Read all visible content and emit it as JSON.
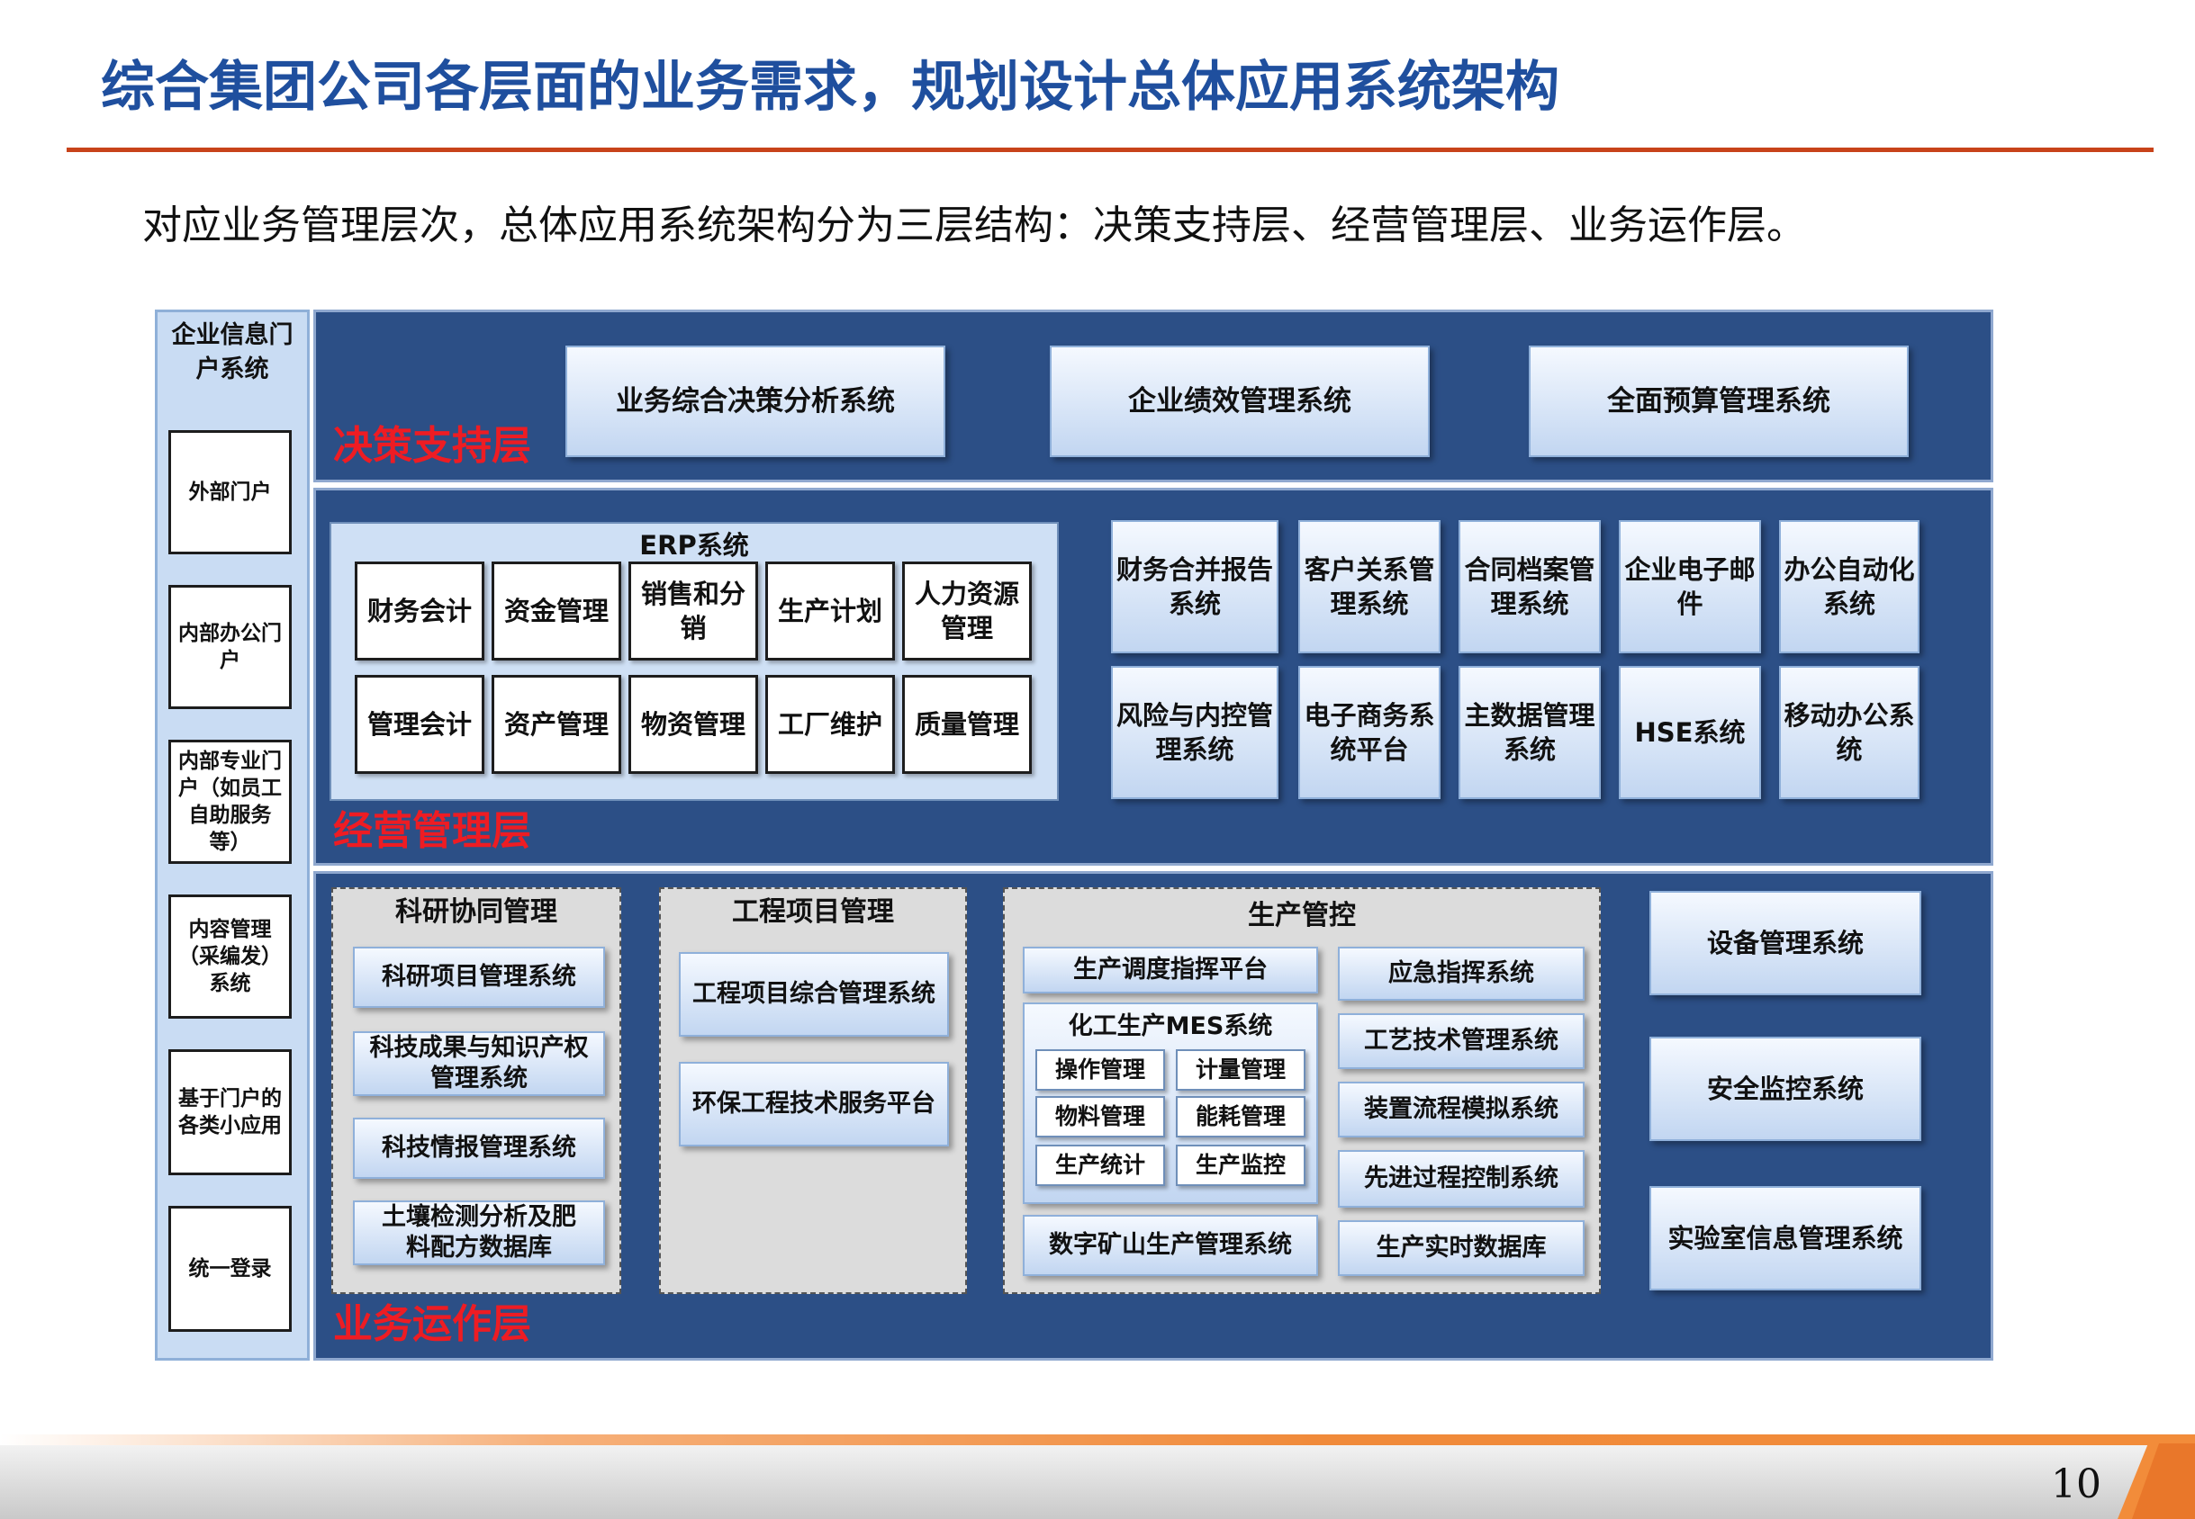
{
  "title": "综合集团公司各层面的业务需求，规划设计总体应用系统架构",
  "subtitle": "对应业务管理层次，总体应用系统架构分为三层结构：决策支持层、经营管理层、业务运作层。",
  "portal": {
    "title": "企业信息门户系统",
    "items": [
      "外部门户",
      "内部办公门户",
      "内部专业门户（如员工自助服务等）",
      "内容管理（采编发）系统",
      "基于门户的各类小应用",
      "统一登录"
    ]
  },
  "decision": {
    "label": "决策支持层",
    "systems": [
      "业务综合决策分析系统",
      "企业绩效管理系统",
      "全面预算管理系统"
    ]
  },
  "management": {
    "label": "经营管理层",
    "erp": {
      "title": "ERP系统",
      "modules": [
        "财务会计",
        "资金管理",
        "销售和分销",
        "生产计划",
        "人力资源管理",
        "管理会计",
        "资产管理",
        "物资管理",
        "工厂维护",
        "质量管理"
      ]
    },
    "systems": [
      "财务合并报告系统",
      "客户关系管理系统",
      "合同档案管理系统",
      "企业电子邮件",
      "办公自动化系统",
      "风险与内控管理系统",
      "电子商务系统平台",
      "主数据管理系统",
      "HSE系统",
      "移动办公系统"
    ]
  },
  "operation": {
    "label": "业务运作层",
    "research": {
      "title": "科研协同管理",
      "items": [
        "科研项目管理系统",
        "科技成果与知识产权管理系统",
        "科技情报管理系统",
        "土壤检测分析及肥料配方数据库"
      ]
    },
    "engineering": {
      "title": "工程项目管理",
      "items": [
        "工程项目综合管理系统",
        "环保工程技术服务平台"
      ]
    },
    "production": {
      "title": "生产管控",
      "dispatch": "生产调度指挥平台",
      "mes": {
        "title": "化工生产MES系统",
        "modules": [
          "操作管理",
          "计量管理",
          "物料管理",
          "能耗管理",
          "生产统计",
          "生产监控"
        ]
      },
      "mine": "数字矿山生产管理系统",
      "right": [
        "应急指挥系统",
        "工艺技术管理系统",
        "装置流程模拟系统",
        "先进过程控制系统",
        "生产实时数据库"
      ]
    },
    "others": [
      "设备管理系统",
      "安全监控系统",
      "实验室信息管理系统"
    ]
  },
  "page_number": "10"
}
